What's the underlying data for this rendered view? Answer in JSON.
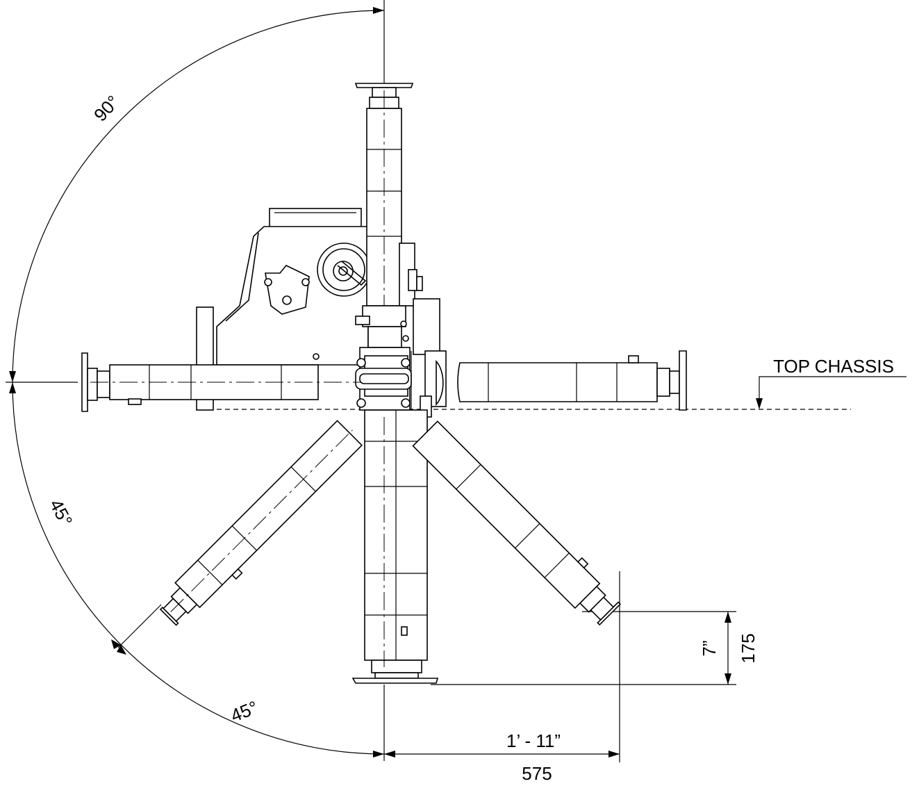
{
  "labels": {
    "reference_line": "TOP CHASSIS",
    "angle_upper": "90°",
    "angle_mid": "45°",
    "angle_lower": "45°",
    "horizontal_imperial": "1’ - 11”",
    "horizontal_metric": "575",
    "vertical_imperial": "7”",
    "vertical_metric": "175"
  }
}
